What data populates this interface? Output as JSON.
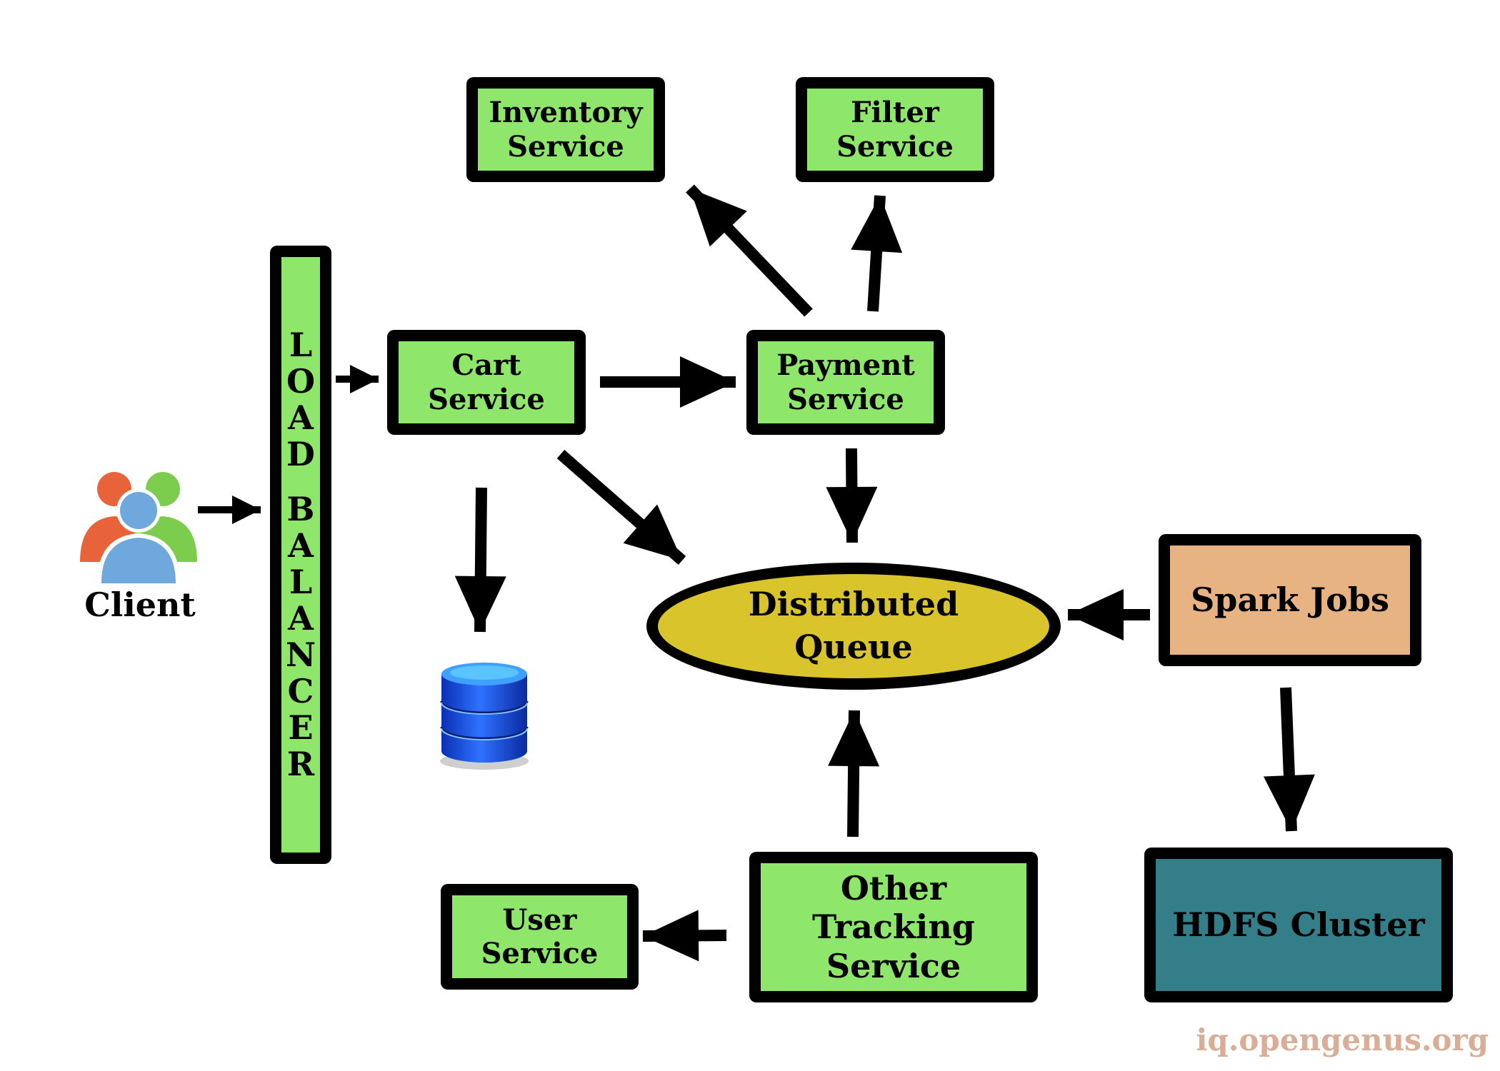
{
  "nodes": {
    "load_balancer": "LOAD BALANCER",
    "inventory_service": "Inventory\nService",
    "filter_service": "Filter\nService",
    "cart_service": "Cart\nService",
    "payment_service": "Payment\nService",
    "distributed_queue": "Distributed\nQueue",
    "spark_jobs": "Spark Jobs",
    "hdfs_cluster": "HDFS Cluster",
    "user_service": "User\nService",
    "other_tracking_service": "Other\nTracking\nService"
  },
  "client": {
    "label": "Client",
    "icon": "users-group-icon"
  },
  "database": {
    "icon": "database-cylinder-icon"
  },
  "watermark": "iq.opengenus.org",
  "colors": {
    "service_fill": "#8ee66b",
    "queue_fill": "#d9c42b",
    "spark_fill": "#e8b383",
    "hdfs_fill": "#337e89",
    "border": "#000000",
    "watermark": "#d9ad96"
  },
  "edges": [
    {
      "from": "client",
      "to": "load_balancer"
    },
    {
      "from": "load_balancer",
      "to": "cart_service"
    },
    {
      "from": "cart_service",
      "to": "payment_service"
    },
    {
      "from": "cart_service",
      "to": "database"
    },
    {
      "from": "cart_service",
      "to": "distributed_queue"
    },
    {
      "from": "payment_service",
      "to": "inventory_service"
    },
    {
      "from": "payment_service",
      "to": "filter_service"
    },
    {
      "from": "payment_service",
      "to": "distributed_queue"
    },
    {
      "from": "spark_jobs",
      "to": "distributed_queue"
    },
    {
      "from": "spark_jobs",
      "to": "hdfs_cluster"
    },
    {
      "from": "other_tracking_service",
      "to": "distributed_queue"
    },
    {
      "from": "other_tracking_service",
      "to": "user_service"
    }
  ]
}
